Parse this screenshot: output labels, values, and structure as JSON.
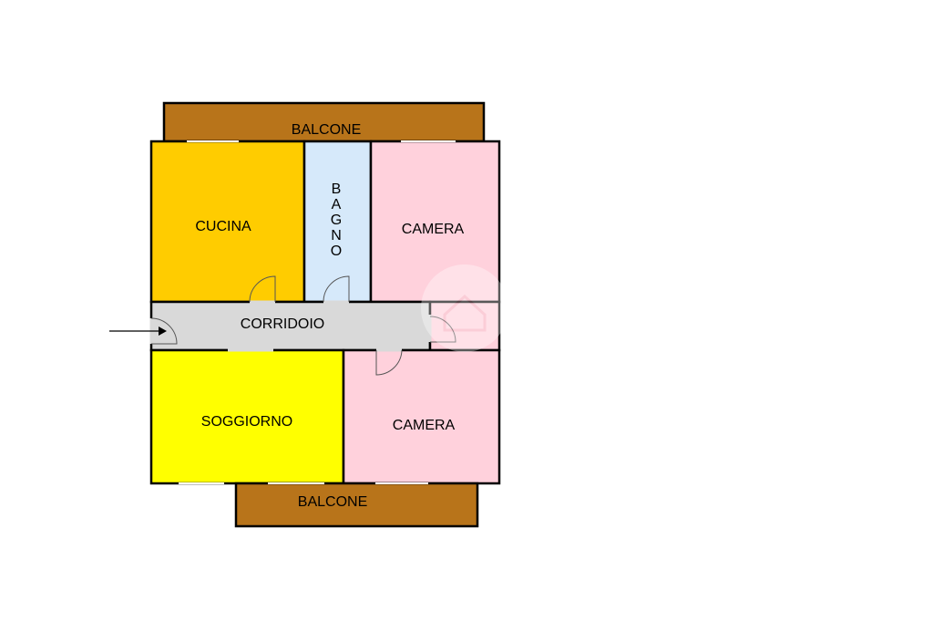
{
  "floor_plan": {
    "rooms": {
      "balcone_top": {
        "label": "BALCONE",
        "color": "#B8741A"
      },
      "cucina": {
        "label": "CUCINA",
        "color": "#FFCC00"
      },
      "bagno": {
        "letters": [
          "B",
          "A",
          "G",
          "N",
          "O"
        ],
        "color": "#D6E9FA"
      },
      "camera_top": {
        "label": "CAMERA",
        "color": "#FFD1DC"
      },
      "corridoio": {
        "label": "CORRIDOIO",
        "color": "#D9D9D9"
      },
      "soggiorno": {
        "label": "SOGGIORNO",
        "color": "#FFFF00"
      },
      "camera_bottom": {
        "label": "CAMERA",
        "color": "#FFD1DC"
      },
      "balcone_bottom": {
        "label": "BALCONE",
        "color": "#B8741A"
      }
    },
    "entrance": {
      "icon": "entrance-arrow-icon"
    },
    "watermark": {
      "icon": "house-watermark-icon"
    }
  }
}
